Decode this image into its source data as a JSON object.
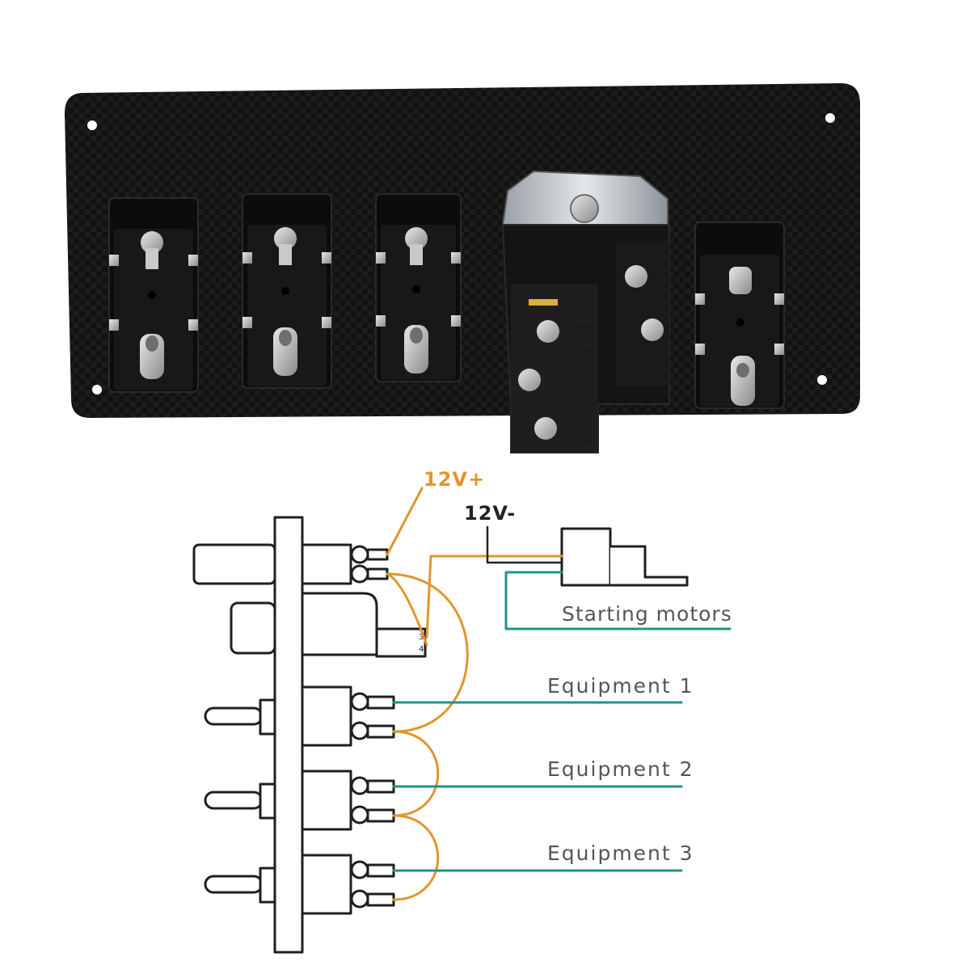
{
  "colors": {
    "positive_wire": "#e0962f",
    "load_wire": "#1f9488",
    "negative_wire": "#222222",
    "outline": "#1f1f1f",
    "panel": "#141414",
    "terminal_metal": "#b9b9b9"
  },
  "photo": {
    "start_switch_terminals": {
      "top": "3",
      "middle": "NO",
      "bottom": "4"
    }
  },
  "diagram": {
    "supply_positive_label": "12V+",
    "supply_negative_label": "12V-",
    "start_switch_pin_top": "3",
    "start_switch_pin_bottom": "4",
    "outputs": [
      {
        "label": "Starting motors"
      },
      {
        "label": "Equipment 1"
      },
      {
        "label": "Equipment 2"
      },
      {
        "label": "Equipment 3"
      }
    ]
  }
}
